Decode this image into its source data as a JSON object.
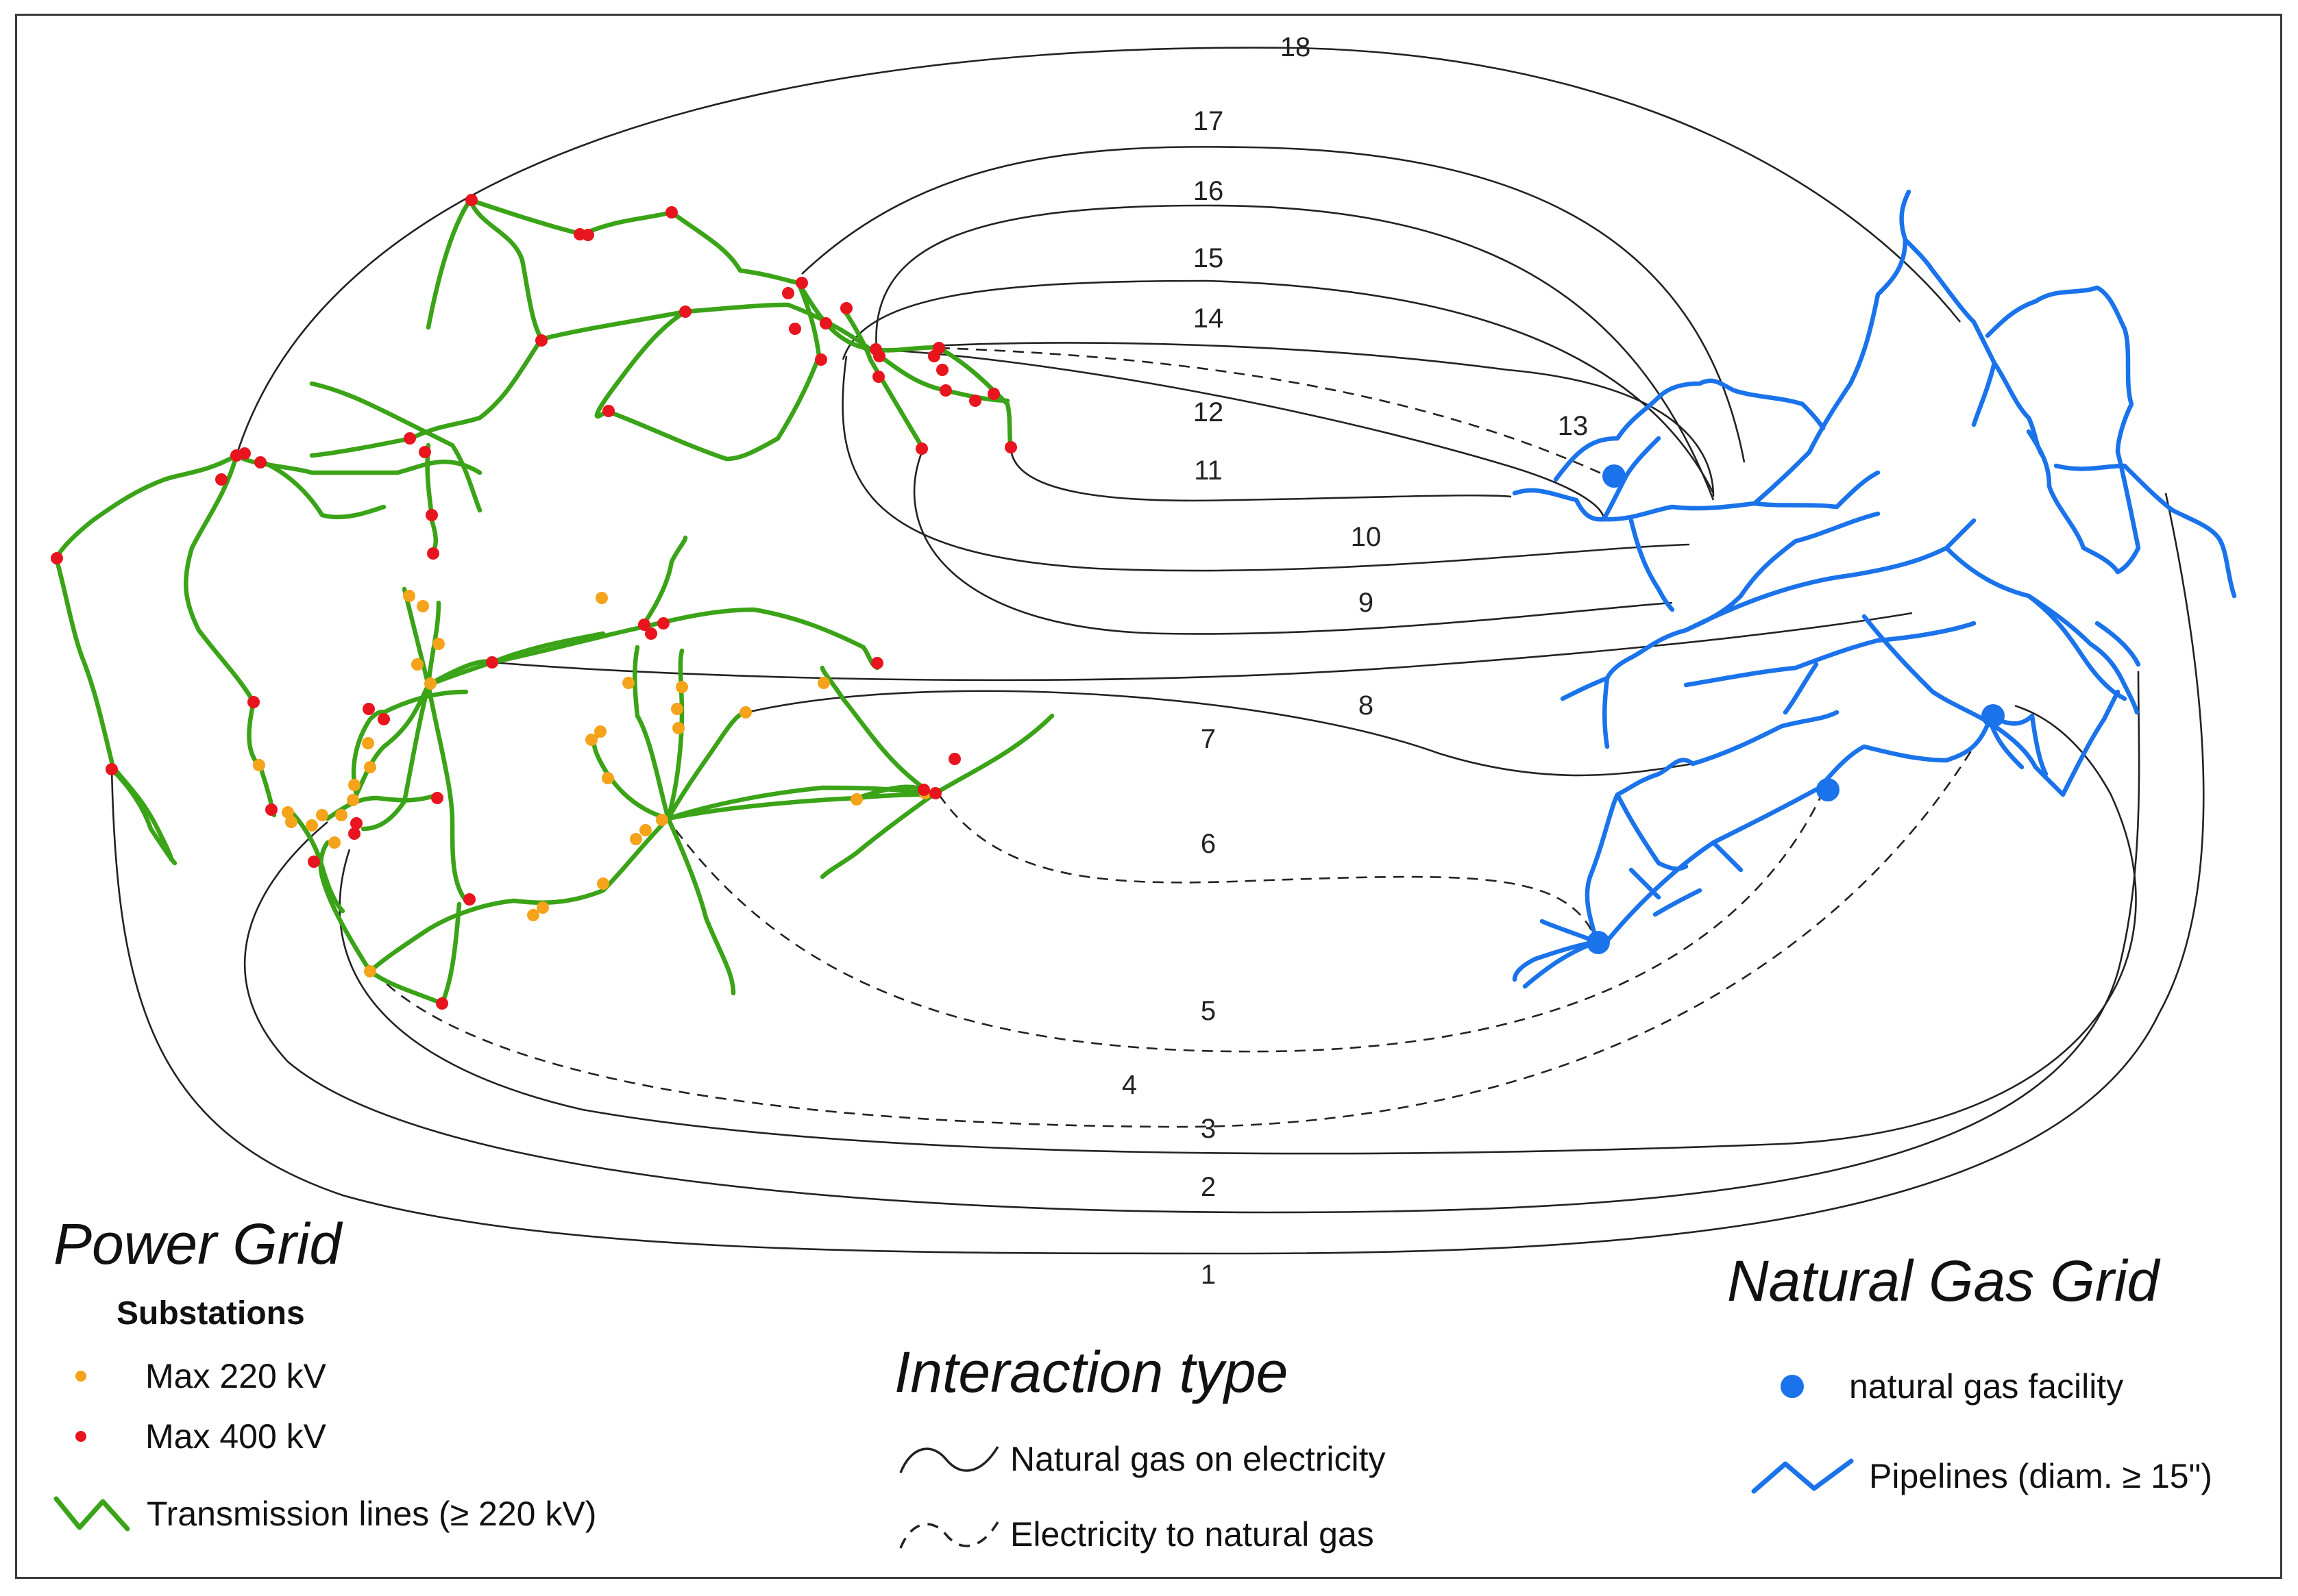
{
  "connection_labels": [
    "1",
    "2",
    "3",
    "4",
    "5",
    "6",
    "7",
    "8",
    "9",
    "10",
    "11",
    "12",
    "13",
    "14",
    "15",
    "16",
    "17",
    "18"
  ],
  "power_grid": {
    "title": "Power Grid",
    "substations_heading": "Substations",
    "items": [
      {
        "label": "Max 220 kV",
        "icon": "orange-dot-icon",
        "color": "#f5a31a"
      },
      {
        "label": "Max 400 kV",
        "icon": "red-dot-icon",
        "color": "#e8141e"
      },
      {
        "label": "Transmission lines (≥ 220 kV)",
        "icon": "green-zigzag-line-icon",
        "color": "#3aa317"
      }
    ]
  },
  "interaction": {
    "title": "Interaction type",
    "items": [
      {
        "label": "Natural gas on electricity",
        "icon": "solid-wave-line-icon"
      },
      {
        "label": "Electricity to natural gas",
        "icon": "dashed-wave-line-icon"
      }
    ]
  },
  "gas_grid": {
    "title": "Natural Gas Grid",
    "items": [
      {
        "label": "natural gas facility",
        "icon": "blue-dot-icon",
        "color": "#1a73ea"
      },
      {
        "label": "Pipelines (diam. ≥ 15\")",
        "icon": "blue-zigzag-line-icon",
        "color": "#1a73ea"
      }
    ]
  }
}
